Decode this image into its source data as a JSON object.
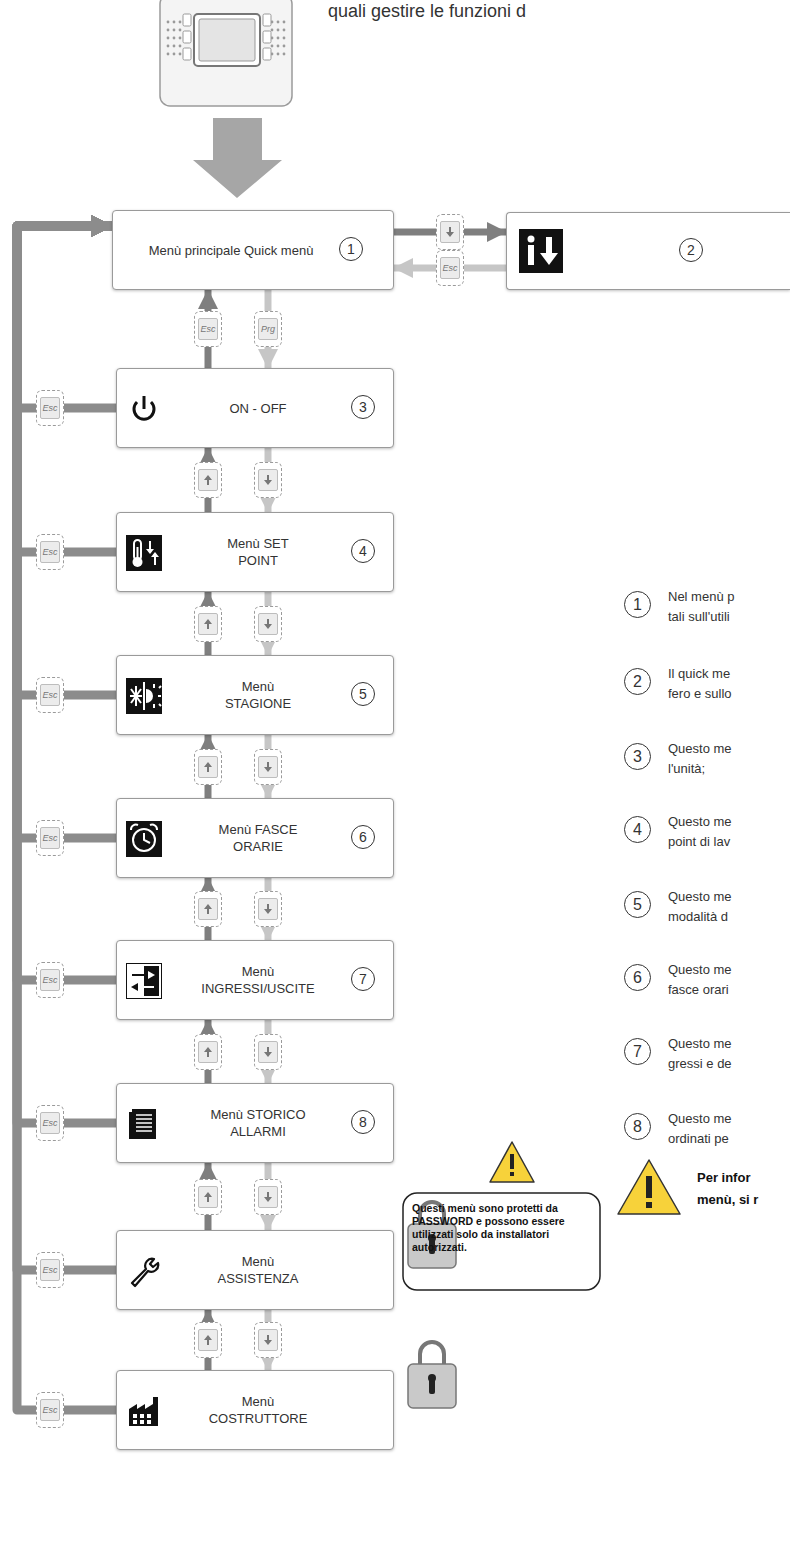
{
  "diagram": {
    "nodes": [
      {
        "text": [
          "Menù principale Quick menù",
          "1"
        ]
      },
      {
        "text": [
          "2"
        ]
      },
      {
        "text": [
          "ON - OFF",
          "3"
        ]
      },
      {
        "text": [
          "Menù SET POINT",
          "4"
        ]
      },
      {
        "text": [
          "Menù STAGIONE",
          "5"
        ]
      },
      {
        "text": [
          "Menù FASCE ORARIE",
          "6"
        ]
      },
      {
        "text": [
          "Menù INGRESSI/USCITE",
          "7"
        ]
      },
      {
        "text": [
          "Menù STORICO ALLARMI",
          "8"
        ]
      },
      {
        "text": [
          "Menù ASSISTENZA"
        ]
      },
      {
        "text": [
          "Menù COSTRUTTORE"
        ]
      }
    ],
    "edges": [
      {
        "from": 0,
        "to": 1,
        "arrow": "to"
      },
      {
        "from": 1,
        "to": 0,
        "arrow": "to",
        "label": "Esc"
      },
      {
        "from": 0,
        "to": 2,
        "arrow": "to",
        "label": "Prg"
      },
      {
        "from": 2,
        "to": 0,
        "arrow": "to",
        "label": "Esc"
      },
      {
        "from": 2,
        "to": 3,
        "arrow": "to"
      },
      {
        "from": 3,
        "to": 2,
        "arrow": "to"
      },
      {
        "from": 3,
        "to": 4,
        "arrow": "to"
      },
      {
        "from": 4,
        "to": 3,
        "arrow": "to"
      },
      {
        "from": 4,
        "to": 5,
        "arrow": "to"
      },
      {
        "from": 5,
        "to": 4,
        "arrow": "to"
      },
      {
        "from": 5,
        "to": 6,
        "arrow": "to"
      },
      {
        "from": 6,
        "to": 5,
        "arrow": "to"
      },
      {
        "from": 6,
        "to": 7,
        "arrow": "to"
      },
      {
        "from": 7,
        "to": 6,
        "arrow": "to"
      },
      {
        "from": 7,
        "to": 8,
        "arrow": "to"
      },
      {
        "from": 8,
        "to": 7,
        "arrow": "to"
      },
      {
        "from": 8,
        "to": 9,
        "arrow": "to"
      },
      {
        "from": 9,
        "to": 8,
        "arrow": "to"
      },
      {
        "from": 2,
        "to": 0,
        "arrow": "to",
        "label": "Esc"
      },
      {
        "from": 3,
        "to": 0,
        "arrow": "to",
        "label": "Esc"
      },
      {
        "from": 4,
        "to": 0,
        "arrow": "to",
        "label": "Esc"
      },
      {
        "from": 5,
        "to": 0,
        "arrow": "to",
        "label": "Esc"
      },
      {
        "from": 6,
        "to": 0,
        "arrow": "to",
        "label": "Esc"
      },
      {
        "from": 7,
        "to": 0,
        "arrow": "to",
        "label": "Esc"
      },
      {
        "from": 8,
        "to": 0,
        "arrow": "to",
        "label": "Esc"
      },
      {
        "from": 9,
        "to": 0,
        "arrow": "to",
        "label": "Esc"
      }
    ],
    "labels": [
      "quali gestire le funzioni d",
      "1",
      "Nel menù p",
      "tali sull'utili",
      "2",
      "Il quick me",
      "fero e sullo",
      "3",
      "Questo me",
      "l'unità;",
      "4",
      "Questo me",
      "point di lav",
      "5",
      "Questo me",
      "modalità d",
      "6",
      "Questo me",
      "fasce orari",
      "7",
      "Questo me",
      "gressi e de",
      "8",
      "Questo me",
      "ordinati pe",
      "Per infor",
      "menù, si r",
      "Questi menù sono protetti da PASSWORD e possono essere utilizzati solo da installatori autorizzati."
    ]
  }
}
